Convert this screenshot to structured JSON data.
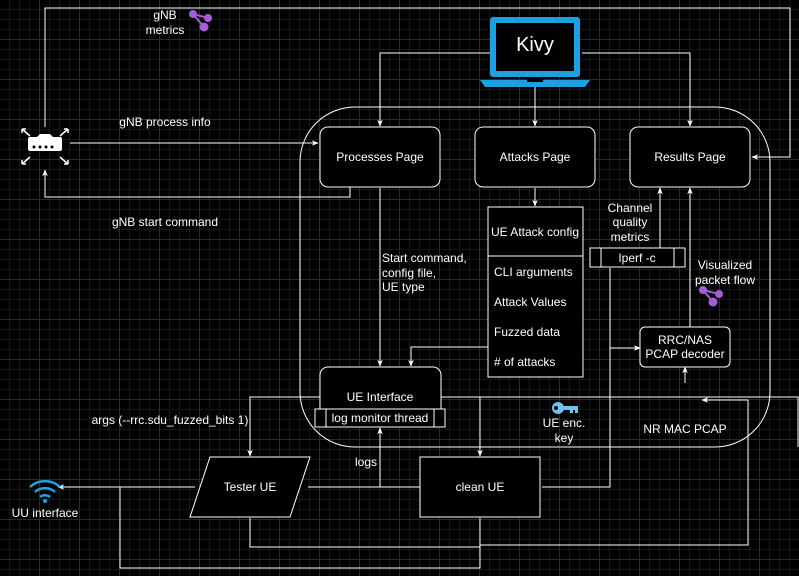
{
  "colors": {
    "background": "#000000",
    "stroke": "#ffffff",
    "laptop": "#1ba1e2",
    "wifi": "#1ba1e2",
    "metrics_icon": "#a55ddb",
    "key": "#6ec3f0"
  },
  "icons": {
    "laptop": "laptop-icon",
    "router": "router-icon",
    "wifi": "wifi-icon",
    "metrics": "share-graph-icon",
    "packet_flow": "share-graph-icon",
    "key": "key-icon"
  },
  "nodes": {
    "kivy": "Kivy",
    "processes_page": "Processes Page",
    "attacks_page": "Attacks Page",
    "results_page": "Results Page",
    "ue_attack_config": {
      "title": "UE Attack config",
      "items": [
        "CLI arguments",
        "Attack Values",
        "Fuzzed data",
        "# of attacks"
      ]
    },
    "iperf": "Iperf -c",
    "rrc_nas_decoder": [
      "RRC/NAS",
      "PCAP decoder"
    ],
    "ue_interface": "UE Interface",
    "log_monitor": "log monitor thread",
    "tester_ue": "Tester UE",
    "clean_ue": "clean UE"
  },
  "labels": {
    "gnb_metrics": [
      "gNB",
      "metrics"
    ],
    "gnb_process_info": "gNB process info",
    "gnb_start_command": "gNB start command",
    "start_command": [
      "Start command,",
      "config file,",
      "UE type"
    ],
    "channel_quality": [
      "Channel",
      "quality",
      "metrics"
    ],
    "visualized_packet_flow": [
      "Visualized",
      "packet flow"
    ],
    "ue_enc_key": [
      "UE enc.",
      "key"
    ],
    "nr_mac_pcap": "NR MAC PCAP",
    "args": "args (--rrc.sdu_fuzzed_bits 1)",
    "logs": "logs",
    "uu_interface": "UU interface"
  }
}
